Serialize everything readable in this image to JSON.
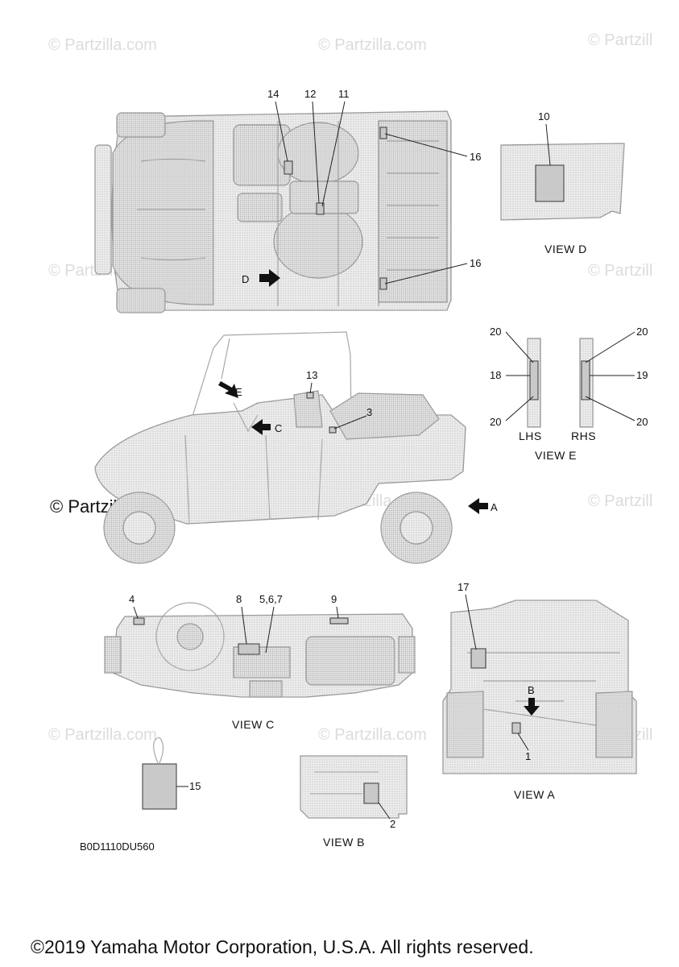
{
  "watermark": {
    "text": "© Partzilla.com",
    "partial_text": "© Partzill",
    "prominent_text": "© Partzilla.com"
  },
  "views": {
    "view_d": "VIEW D",
    "view_e": "VIEW E",
    "view_c": "VIEW C",
    "view_a": "VIEW A",
    "view_b": "VIEW B",
    "lhs": "LHS",
    "rhs": "RHS"
  },
  "arrows": {
    "d": "D",
    "e": "E",
    "c": "C",
    "a": "A",
    "b": "B"
  },
  "callouts": {
    "c14": "14",
    "c12": "12",
    "c11": "11",
    "c16a": "16",
    "c16b": "16",
    "c10": "10",
    "c20a": "20",
    "c18": "18",
    "c20b": "20",
    "c20c": "20",
    "c19": "19",
    "c20d": "20",
    "c13": "13",
    "c3": "3",
    "c4": "4",
    "c8": "8",
    "c567": "5,6,7",
    "c9": "9",
    "c17": "17",
    "c1": "1",
    "c15": "15",
    "c2": "2"
  },
  "diagram_code": "B0D1110DU560",
  "copyright": "©2019 Yamaha Motor Corporation, U.S.A. All rights reserved."
}
